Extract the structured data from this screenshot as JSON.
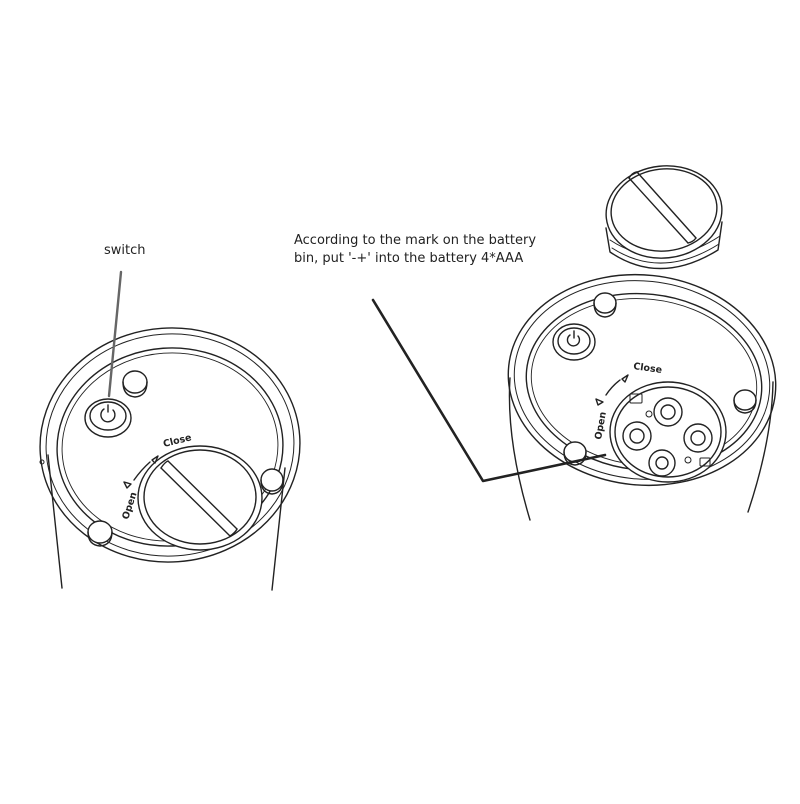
{
  "callouts": {
    "switch": "switch",
    "battery_line1": "According to the mark on the battery",
    "battery_line2": "bin, put '-+' into the battery 4*AAA"
  },
  "device_marks": {
    "open": "Open",
    "close": "Close"
  },
  "icons": [
    "power-icon",
    "arrow-left-icon",
    "arrow-right-icon"
  ],
  "colors": {
    "line": "#222222",
    "leader": "#666666",
    "background": "#ffffff"
  }
}
